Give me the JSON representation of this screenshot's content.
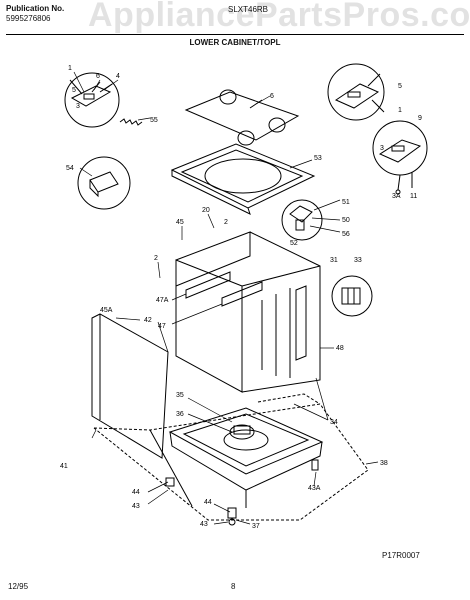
{
  "watermark": "AppliancePartsPros.com",
  "header": {
    "publication_label": "Publication No.",
    "publication_number": "5995276806",
    "model": "SLXT46RB",
    "section_title": "LOWER CABINET/TOPL"
  },
  "footer": {
    "date": "12/95",
    "page": "8",
    "drawing_ref": "P17R0007"
  },
  "callouts": {
    "c1a": "1",
    "c6a": "6",
    "c4a": "4",
    "c5a": "5",
    "c3a": "3",
    "c6b": "6",
    "c55": "55",
    "c5b": "5",
    "c1b": "1",
    "c9": "9",
    "c3b": "3",
    "c3A": "3A",
    "c11": "11",
    "c54": "54",
    "c53": "53",
    "c51": "51",
    "c50": "50",
    "c56": "56",
    "c52": "52",
    "c45": "45",
    "c20": "20",
    "c2a": "2",
    "c2b": "2",
    "c31": "31",
    "c33": "33",
    "c47A": "47A",
    "c47": "47",
    "c45A": "45A",
    "c42": "42",
    "c48": "48",
    "c35": "35",
    "c36": "36",
    "c34": "34",
    "c38": "38",
    "c41": "41",
    "c44a": "44",
    "c43a": "43",
    "c44b": "44",
    "c43b": "43",
    "c37": "37",
    "c43A": "43A"
  }
}
